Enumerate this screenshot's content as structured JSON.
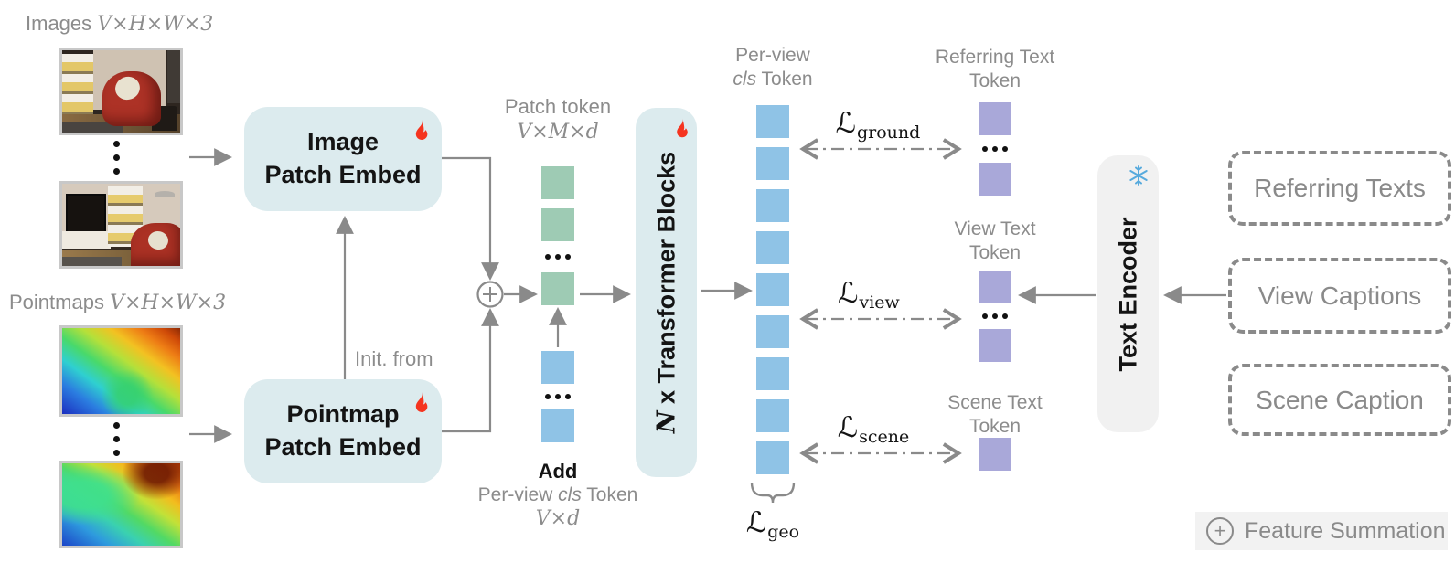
{
  "colors": {
    "module_box_teal": "#dcebee",
    "patch_token_green": "#9ecbb4",
    "cls_token_blue": "#8fc3e6",
    "text_token_purple": "#a9a8d9",
    "encoder_box_gray": "#f1f1f1",
    "flame_red": "#f5341f",
    "snowflake_blue": "#57aadd",
    "label_gray": "#8c8c8c",
    "arrow_gray": "#8a8a8a"
  },
  "inputs": {
    "images_label": "Images",
    "images_dims": "V×H×W×3",
    "pointmaps_label": "Pointmaps",
    "pointmaps_dims": "V×H×W×3"
  },
  "embeds": {
    "image_line1": "Image",
    "image_line2": "Patch Embed",
    "pointmap_line1": "Pointmap",
    "pointmap_line2": "Patch Embed",
    "init_from": "Init. from"
  },
  "patch_token": {
    "label": "Patch token",
    "dims": "V×M×d"
  },
  "cls_add": {
    "add": "Add",
    "pre": "Per-view ",
    "cls": "cls",
    "post": " Token",
    "dims": "V×d"
  },
  "transformer": {
    "n": "N",
    "rest": " x Transformer Blocks"
  },
  "cls_header": {
    "line1": "Per-view",
    "cls": "cls",
    "post": " Token"
  },
  "losses": {
    "ground": {
      "sym": "ℒ",
      "sub": "ground"
    },
    "view": {
      "sym": "ℒ",
      "sub": "view"
    },
    "scene": {
      "sym": "ℒ",
      "sub": "scene"
    },
    "geo": {
      "sym": "ℒ",
      "sub": "geo"
    }
  },
  "text_tokens": {
    "referring": {
      "line1": "Referring Text",
      "line2": "Token"
    },
    "view": {
      "line1": "View Text",
      "line2": "Token"
    },
    "scene": {
      "line1": "Scene Text",
      "line2": "Token"
    }
  },
  "text_encoder": {
    "label": "Text Encoder"
  },
  "captions": {
    "referring": "Referring Texts",
    "view": "View Captions",
    "scene": "Scene Caption"
  },
  "legend": {
    "plus": "+",
    "label": "Feature Summation"
  }
}
